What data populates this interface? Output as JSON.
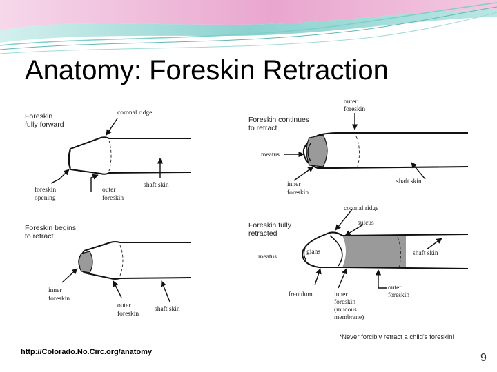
{
  "slide": {
    "title": "Anatomy: Foreskin Retraction",
    "source": "http://Colorado.No.Circ.org/anatomy",
    "page_number": "9"
  },
  "colors": {
    "banner_pink": "#e9a6cf",
    "banner_teal": "#6fc7c4",
    "shade": "#9a9a9a"
  },
  "panels": {
    "forward": {
      "heading": [
        "Foreskin",
        "fully forward"
      ],
      "labels": {
        "coronal_ridge": "coronal ridge",
        "foreskin_opening": [
          "foreskin",
          "opening"
        ],
        "outer_foreskin": [
          "outer",
          "foreskin"
        ],
        "shaft_skin": "shaft skin"
      }
    },
    "continues": {
      "heading": [
        "Foreskin continues",
        "to retract"
      ],
      "labels": {
        "outer_foreskin": [
          "outer",
          "foreskin"
        ],
        "meatus": "meatus",
        "inner_foreskin": [
          "inner",
          "foreskin"
        ],
        "shaft_skin": "shaft skin"
      }
    },
    "begins": {
      "heading": [
        "Foreskin begins",
        "to retract"
      ],
      "labels": {
        "inner_foreskin": [
          "inner",
          "foreskin"
        ],
        "outer_foreskin": [
          "outer",
          "foreskin"
        ],
        "shaft_skin": "shaft skin"
      }
    },
    "retracted": {
      "heading": [
        "Foreskin fully",
        "retracted"
      ],
      "labels": {
        "coronal_ridge": "coronal ridge",
        "sulcus": "sulcus",
        "glans": "glans",
        "meatus": "meatus",
        "shaft_skin": "shaft skin",
        "frenulum": "frenulum",
        "inner_foreskin": [
          "inner",
          "foreskin",
          "(mucous",
          "membrane)"
        ],
        "outer_foreskin": [
          "outer",
          "foreskin"
        ]
      }
    }
  },
  "warning": "*Never forcibly retract a child's foreskin!"
}
